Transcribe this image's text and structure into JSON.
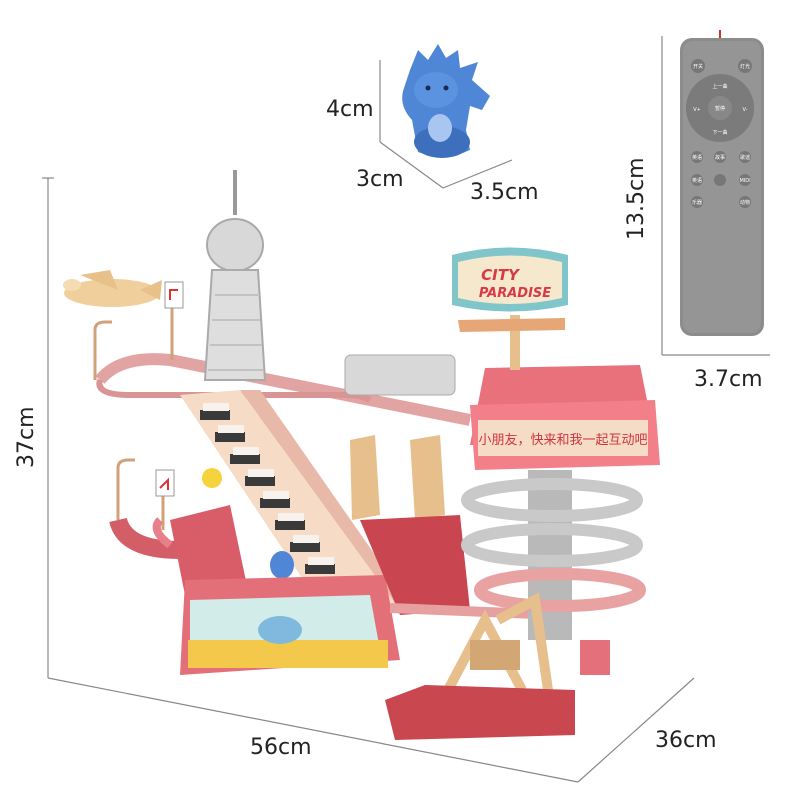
{
  "dimensions": {
    "total_height": "37cm",
    "total_width": "56cm",
    "total_depth": "36cm",
    "figure_height": "4cm",
    "figure_width": "3cm",
    "figure_depth": "3.5cm",
    "remote_height": "13.5cm",
    "remote_width": "3.7cm"
  },
  "sign": {
    "line1": "CITY",
    "line2": "PARADISE"
  },
  "banner": {
    "text": "小朋友，快来和我一起互动吧"
  },
  "remote_buttons": {
    "power": "开关",
    "light": "灯光",
    "up": "上一曲",
    "vol_up": "V+",
    "pause": "暂停",
    "vol_down": "V-",
    "down": "下一曲",
    "b1": "英语",
    "b2": "故事",
    "b3": "歌谣",
    "b4": "英语",
    "b5": "MIDI",
    "b6": "乐器",
    "b7": "动物"
  },
  "colors": {
    "toy_pink": "#e8707a",
    "toy_dark_red": "#c4454f",
    "track_pink": "#e9aaa8",
    "remote_gray": "#8a8a8a",
    "figure_blue": "#4f86d6"
  }
}
